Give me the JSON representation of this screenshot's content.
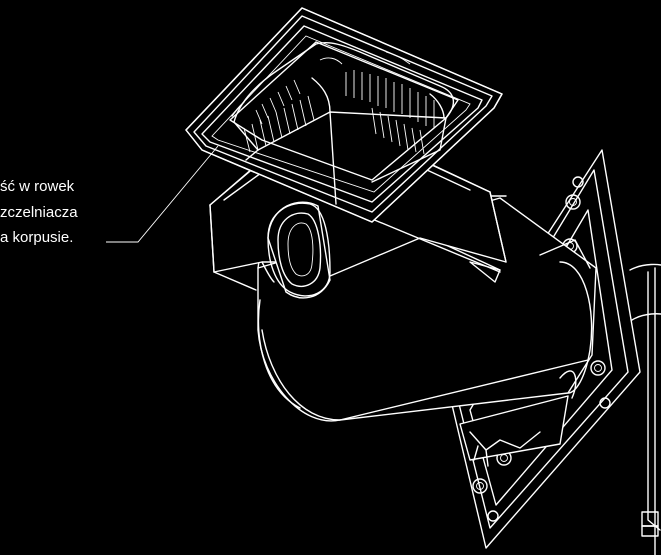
{
  "callout": {
    "line1": "ść w rowek",
    "line2": "zczelniacza",
    "line3": "a korpusie."
  }
}
